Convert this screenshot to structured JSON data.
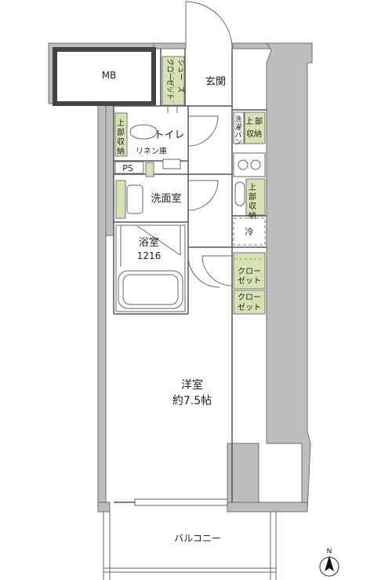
{
  "floorplan": {
    "rooms": {
      "mb": "MB",
      "shoe_closet": [
        "シュー",
        "ズ",
        "クロー",
        "ゼット"
      ],
      "entrance": "玄関",
      "toilet": "トイレ",
      "upper_storage_toilet": [
        "上",
        "部",
        "収",
        "納"
      ],
      "linen": "リネン庫",
      "ps": "PS",
      "washroom": "洗面室",
      "bath": [
        "浴室",
        "1216"
      ],
      "laundry_pan": [
        "洗",
        "濯",
        "パ",
        "ン"
      ],
      "upper_storage_1": [
        "上",
        "部",
        "収納"
      ],
      "upper_storage_2": [
        "上",
        "部",
        "収",
        "納"
      ],
      "fridge": "冷",
      "closet_1": [
        "クロー",
        "ゼット"
      ],
      "closet_2": [
        "クロー",
        "ゼット"
      ],
      "western_room": [
        "洋室",
        "約7.5帖"
      ],
      "balcony": "バルコニー"
    },
    "compass": "N",
    "colors": {
      "wall": "#bdbdbd",
      "storage_green": "#d7e2b2",
      "line": "#555555"
    }
  }
}
